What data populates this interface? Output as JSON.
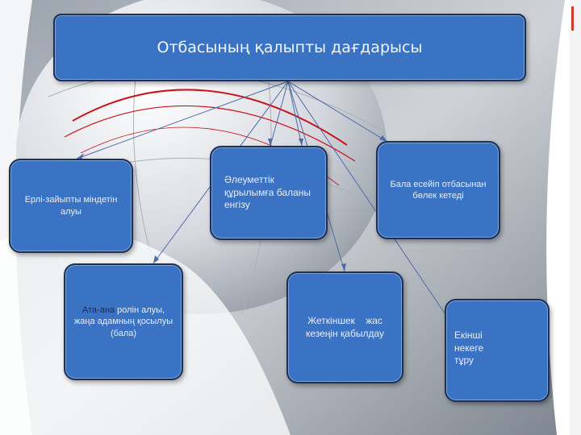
{
  "slide": {
    "title": "Отбасының қалыпты дағдарысы",
    "colors": {
      "box_fill": "#3a73c4",
      "box_border": "#1c2f55",
      "arrow": "#4e6aa8",
      "accent": "#c8141e"
    }
  },
  "boxes": {
    "spouse_duties": "Ерлі-зайыпты міндетін алуы",
    "social_structure": "Әлеуметтік құрылымға баланы енгізу",
    "child_leaves": "Бала есейіп отбасынан бөлек кетеді",
    "parent_role_bold": "Ата-ана",
    "parent_role_rest": " ролін алуы, жаңа адамның қосылуы (бала)",
    "adolescence": "Жеткіншек    жас кезеңін қабылдау",
    "second_marriage_a": "Екінші",
    "second_marriage_b": "некеге",
    "second_marriage_c": "тұру"
  }
}
